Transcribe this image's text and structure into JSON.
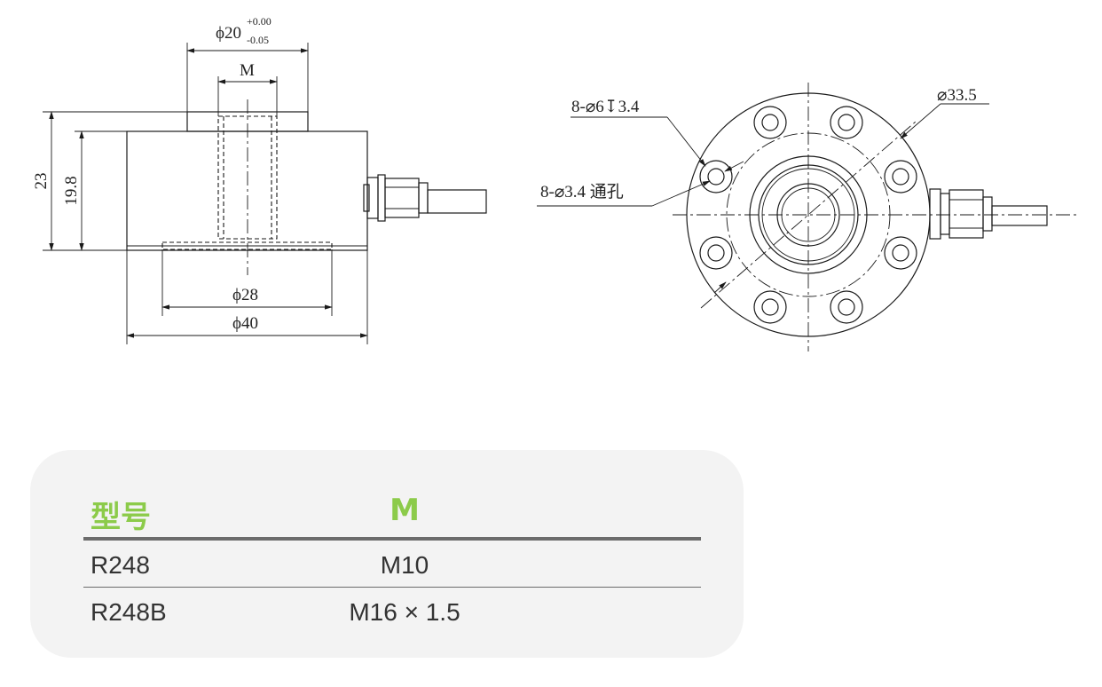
{
  "drawing": {
    "side_view": {
      "top_diameter": "ϕ20",
      "top_tolerance_upper": "+0.00",
      "top_tolerance_lower": "-0.05",
      "thread_label": "M",
      "height_total": "23",
      "height_body": "19.8",
      "bottom_diameter": "ϕ28",
      "body_diameter": "ϕ40"
    },
    "top_view": {
      "counterbore_label": "8-⌀6↧3.4",
      "through_hole_label": "8-⌀3.4 通孔",
      "bolt_circle_label": "⌀33.5"
    }
  },
  "table": {
    "headers": [
      "型号",
      "M"
    ],
    "rows": [
      [
        "R248",
        "M10"
      ],
      [
        "R248B",
        "M16 × 1.5"
      ]
    ]
  },
  "colors": {
    "header_text": "#8ccb4a",
    "card_bg": "#f3f3f3",
    "rule": "#6b6b6b"
  }
}
